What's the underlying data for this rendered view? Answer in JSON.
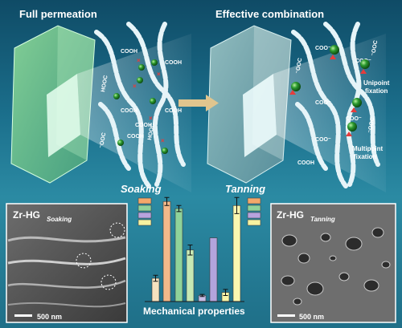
{
  "titles": {
    "left": "Full permeation",
    "right": "Effective combination"
  },
  "molecule_labels": {
    "cooh": "COOH",
    "hooc": "HOOC",
    "coo_minus": "COO⁻",
    "ooc_minus": "⁻OOC"
  },
  "fixation_labels": {
    "unipoint": [
      "Unipoint",
      "fixation"
    ],
    "multipoint": [
      "Multipoint",
      "fixation"
    ]
  },
  "chart_data": {
    "type": "bar",
    "title": "Mechanical properties",
    "groups": [
      {
        "name": "Soaking",
        "values": [
          0.23,
          0.99,
          0.92,
          0.51
        ]
      },
      {
        "name": "Tanning",
        "values": [
          0.06,
          0.63,
          0.09,
          0.95
        ]
      }
    ],
    "error": [
      0.03,
      0.04,
      0.03,
      0.05,
      0.01,
      0.0,
      0.03,
      0.08
    ],
    "colors": [
      "#f5e2bf",
      "#f3b98a",
      "#8fd39a",
      "#c7e9b4",
      "#c7bde6",
      "#b3a4dc",
      "#f7f4a8",
      "#fbf7b0"
    ],
    "legend_colors": [
      "#f3a86b",
      "#8fd39a",
      "#b8a3de",
      "#f6f2a0"
    ],
    "ylim": [
      0,
      1
    ]
  },
  "panels": {
    "left_label_main": "Zr-HG",
    "left_label_sub": "Soaking",
    "right_label_main": "Zr-HG",
    "right_label_sub": "Tanning",
    "scale": "500 nm"
  },
  "colors": {
    "sphere": "#2c9a2f",
    "arrow": "#e0c58e",
    "fiber": "#e6f4f8"
  }
}
